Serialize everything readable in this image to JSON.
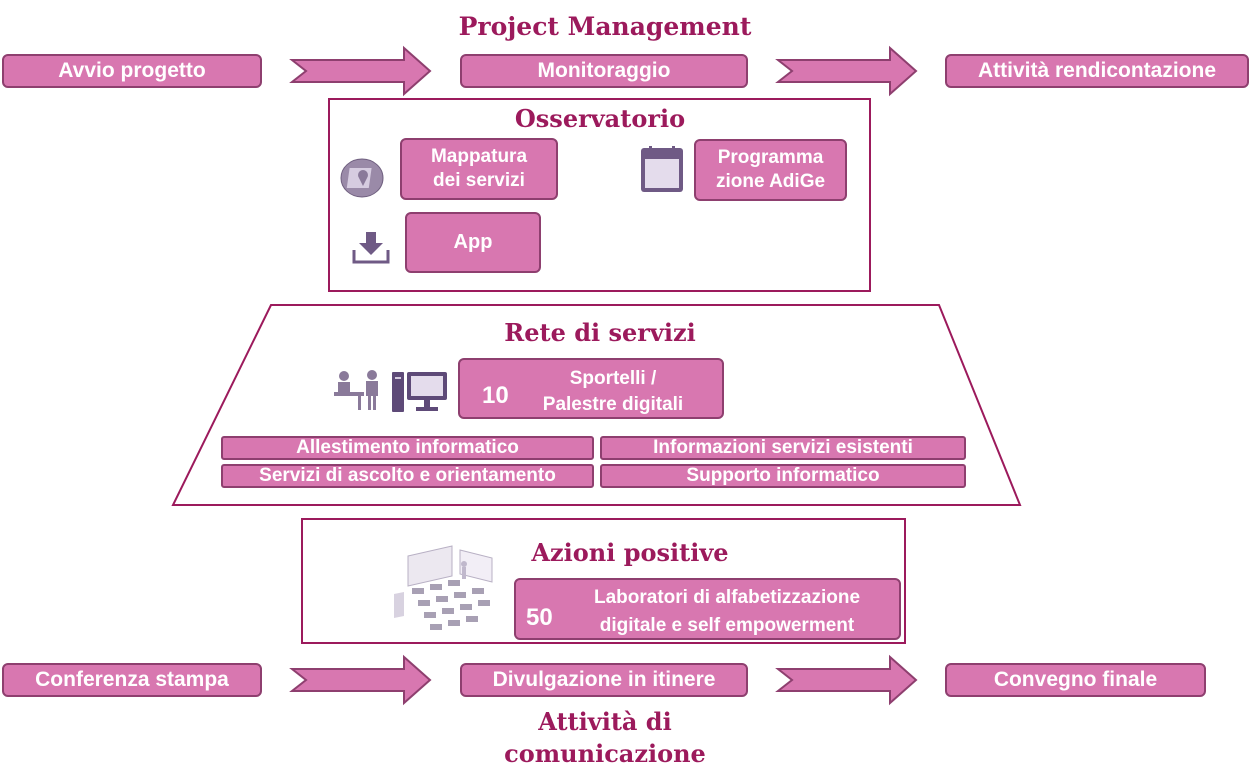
{
  "top_section": {
    "title": "Project Management",
    "steps": [
      "Avvio progetto",
      "Monitoraggio",
      "Attività rendicontazione"
    ]
  },
  "observatory": {
    "title": "Osservatorio",
    "items": [
      {
        "icon": "map-pin-icon",
        "label_line1": "Mappatura",
        "label_line2": "dei servizi"
      },
      {
        "icon": "calendar-icon",
        "label_line1": "Programma",
        "label_line2": "zione AdiGe"
      },
      {
        "icon": "download-icon",
        "label_line1": "App",
        "label_line2": ""
      }
    ]
  },
  "network": {
    "title": "Rete di servizi",
    "count": "10",
    "label_line1": "Sportelli /",
    "label_line2": "Palestre digitali",
    "services": [
      "Allestimento informatico",
      "Informazioni servizi esistenti",
      "Servizi di ascolto e orientamento",
      "Supporto informatico"
    ]
  },
  "positive_actions": {
    "title": "Azioni positive",
    "count": "50",
    "label_line1": "Laboratori di alfabetizzazione",
    "label_line2": "digitale e self empowerment"
  },
  "bottom_section": {
    "title_line1": "Attività di",
    "title_line2": "comunicazione",
    "steps": [
      "Conferenza stampa",
      "Divulgazione in itinere",
      "Convegno finale"
    ]
  },
  "colors": {
    "box_fill": "#d877b0",
    "box_border": "#8e3f6f",
    "title": "#9c1a5c",
    "icon": "#7a6a8a"
  }
}
